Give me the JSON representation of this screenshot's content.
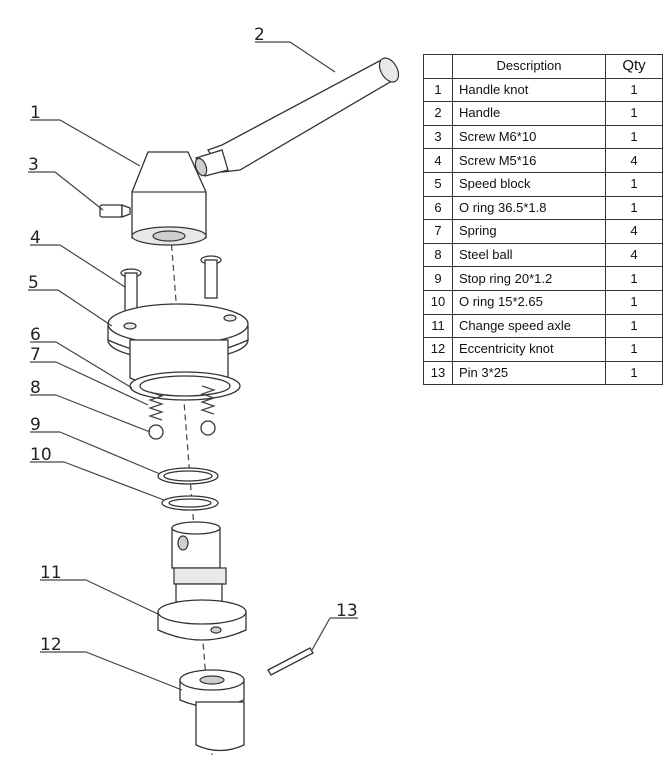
{
  "table": {
    "header": {
      "no": "",
      "description": "Description",
      "qty": "Qty"
    },
    "rows": [
      {
        "no": "1",
        "description": "Handle knot",
        "qty": "1"
      },
      {
        "no": "2",
        "description": "Handle",
        "qty": "1"
      },
      {
        "no": "3",
        "description": "Screw M6*10",
        "qty": "1"
      },
      {
        "no": "4",
        "description": "Screw M5*16",
        "qty": "4"
      },
      {
        "no": "5",
        "description": "Speed block",
        "qty": "1"
      },
      {
        "no": "6",
        "description": "O ring 36.5*1.8",
        "qty": "1"
      },
      {
        "no": "7",
        "description": "Spring",
        "qty": "4"
      },
      {
        "no": "8",
        "description": "Steel ball",
        "qty": "4"
      },
      {
        "no": "9",
        "description": "Stop ring 20*1.2",
        "qty": "1"
      },
      {
        "no": "10",
        "description": "O ring 15*2.65",
        "qty": "1"
      },
      {
        "no": "11",
        "description": "Change speed axle",
        "qty": "1"
      },
      {
        "no": "12",
        "description": "Eccentricity knot",
        "qty": "1"
      },
      {
        "no": "13",
        "description": "Pin 3*25",
        "qty": "1"
      }
    ]
  },
  "callouts": [
    "1",
    "2",
    "3",
    "4",
    "5",
    "6",
    "7",
    "8",
    "9",
    "10",
    "11",
    "12",
    "13"
  ]
}
